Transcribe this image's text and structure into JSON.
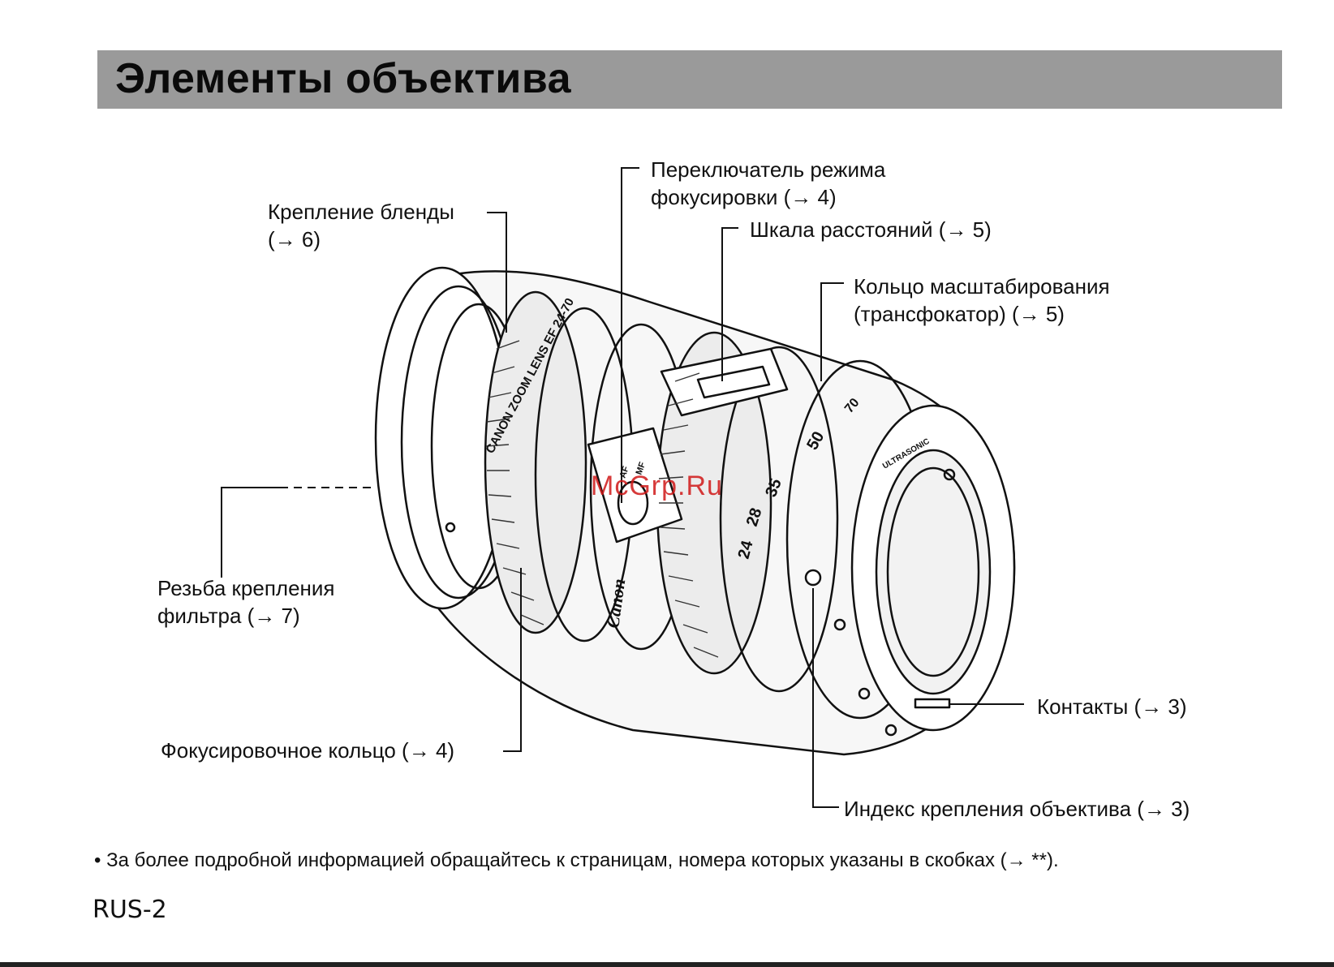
{
  "page": {
    "title": "Элементы объектива",
    "page_number": "RUS-2",
    "footnote": "• За более подробной информацией обращайтесь к страницам, номера которых указаны в скобках (→ **).",
    "watermark": "McGrp.Ru"
  },
  "lens_markings": {
    "brand_text": "CANON ZOOM LENS EF 24-70",
    "logo": "Canon",
    "ultrasonic": "ULTRASONIC",
    "af_mf": [
      "AF",
      "MF"
    ],
    "zoom_scale": [
      "24",
      "28",
      "35",
      "50",
      "70"
    ]
  },
  "labels": {
    "hood_mount_1": "Крепление бленды",
    "hood_mount_2": "(→ 6)",
    "focus_mode_1": "Переключатель режима",
    "focus_mode_2": "фокусировки (→ 4)",
    "distance_scale": "Шкала расстояний (→ 5)",
    "zoom_ring_1": "Кольцо масштабирования",
    "zoom_ring_2": "(трансфокатор) (→ 5)",
    "filter_thread_1": "Резьба крепления",
    "filter_thread_2": "фильтра (→ 7)",
    "focus_ring": "Фокусировочное кольцо (→ 4)",
    "contacts": "Контакты (→ 3)",
    "mount_index": "Индекс крепления объектива (→ 3)"
  },
  "colors": {
    "title_band": "#9a9a9a",
    "ink": "#111111",
    "watermark": "#d01818"
  }
}
